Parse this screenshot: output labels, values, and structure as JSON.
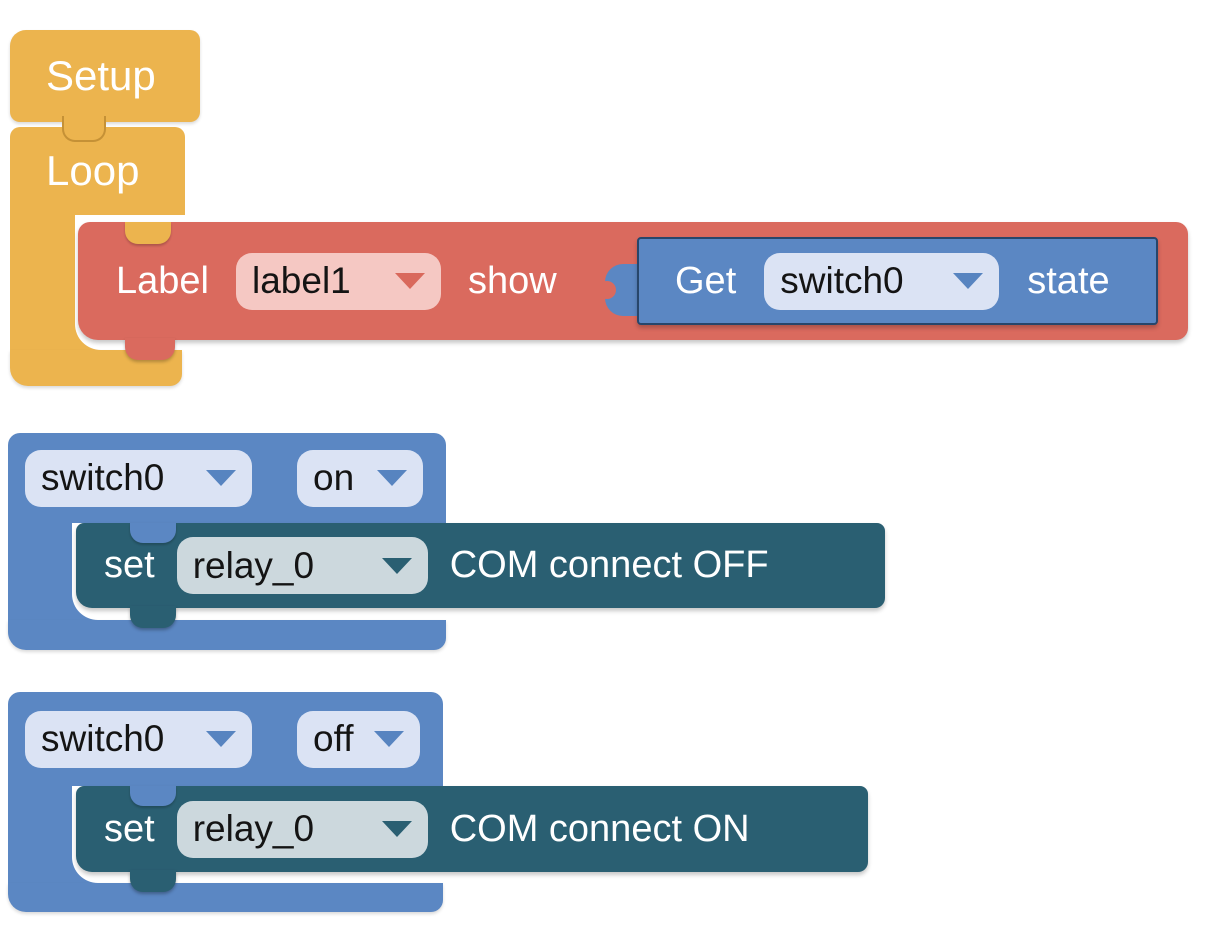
{
  "colors": {
    "yellow_block": "#ecb44e",
    "red_block": "#da6a5e",
    "pink_field": "#f5c8c3",
    "blue_block": "#5b87c3",
    "light_blue_field": "#dbe3f4",
    "teal_block": "#2a5f72",
    "teal_field": "#ccd8dd",
    "workspace_background": "#ffffff"
  },
  "blocks": {
    "setup": {
      "label": "Setup"
    },
    "loop": {
      "label": "Loop"
    },
    "label_show": {
      "label_text": "Label",
      "target": "label1",
      "action_text": "show"
    },
    "get_state": {
      "get_text": "Get",
      "source": "switch0",
      "state_text": "state"
    },
    "switch_on": {
      "switch": "switch0",
      "event": "on"
    },
    "set_relay_off": {
      "set_text": "set",
      "relay": "relay_0",
      "command_text": "COM connect OFF"
    },
    "switch_off": {
      "switch": "switch0",
      "event": "off"
    },
    "set_relay_on": {
      "set_text": "set",
      "relay": "relay_0",
      "command_text": "COM connect ON"
    }
  }
}
